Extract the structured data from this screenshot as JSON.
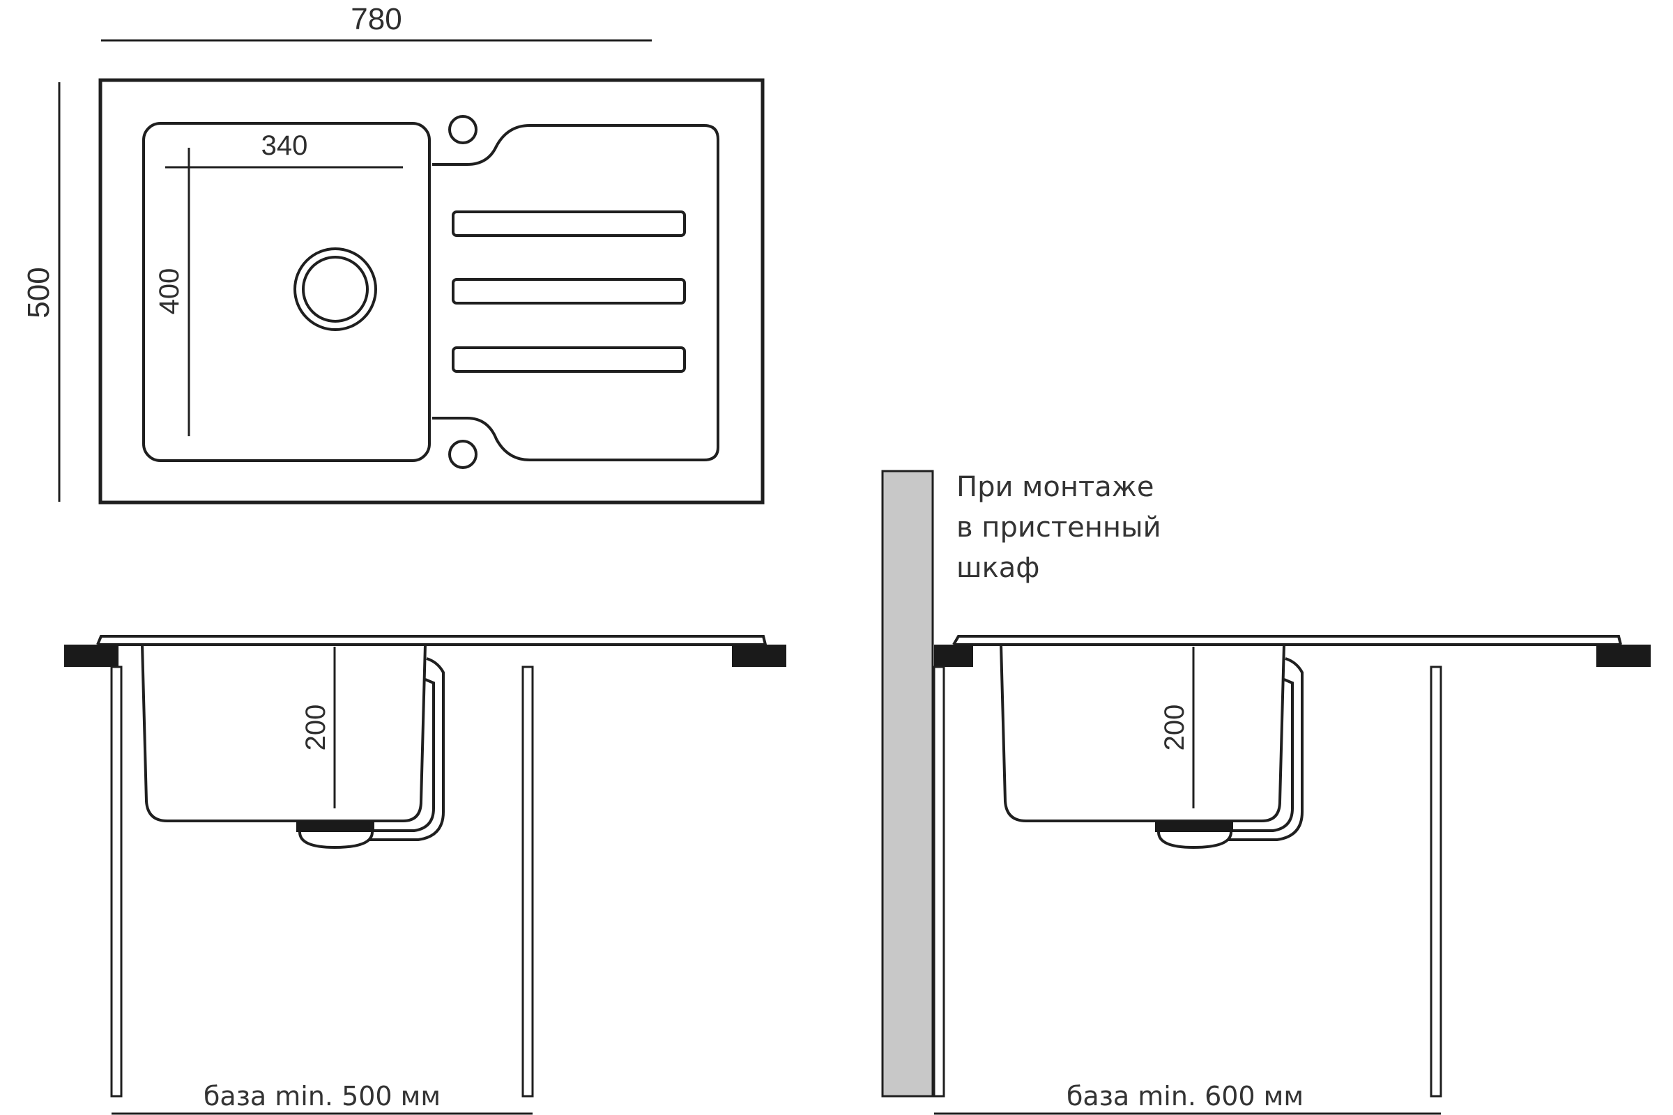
{
  "top_view": {
    "width_label": "780",
    "height_label": "500",
    "bowl_width_label": "340",
    "bowl_depth_label": "400"
  },
  "side_view_standard": {
    "depth_label": "200",
    "base_label": "база min. 500 мм"
  },
  "side_view_wall": {
    "depth_label": "200",
    "note_lines": [
      "При монтаже",
      "в пристенный",
      "шкаф"
    ],
    "base_label": "база min. 600 мм"
  },
  "colors": {
    "line": "#1f1f1f",
    "wall": "#c8c8c8",
    "gasket": "#1a1a1a"
  }
}
